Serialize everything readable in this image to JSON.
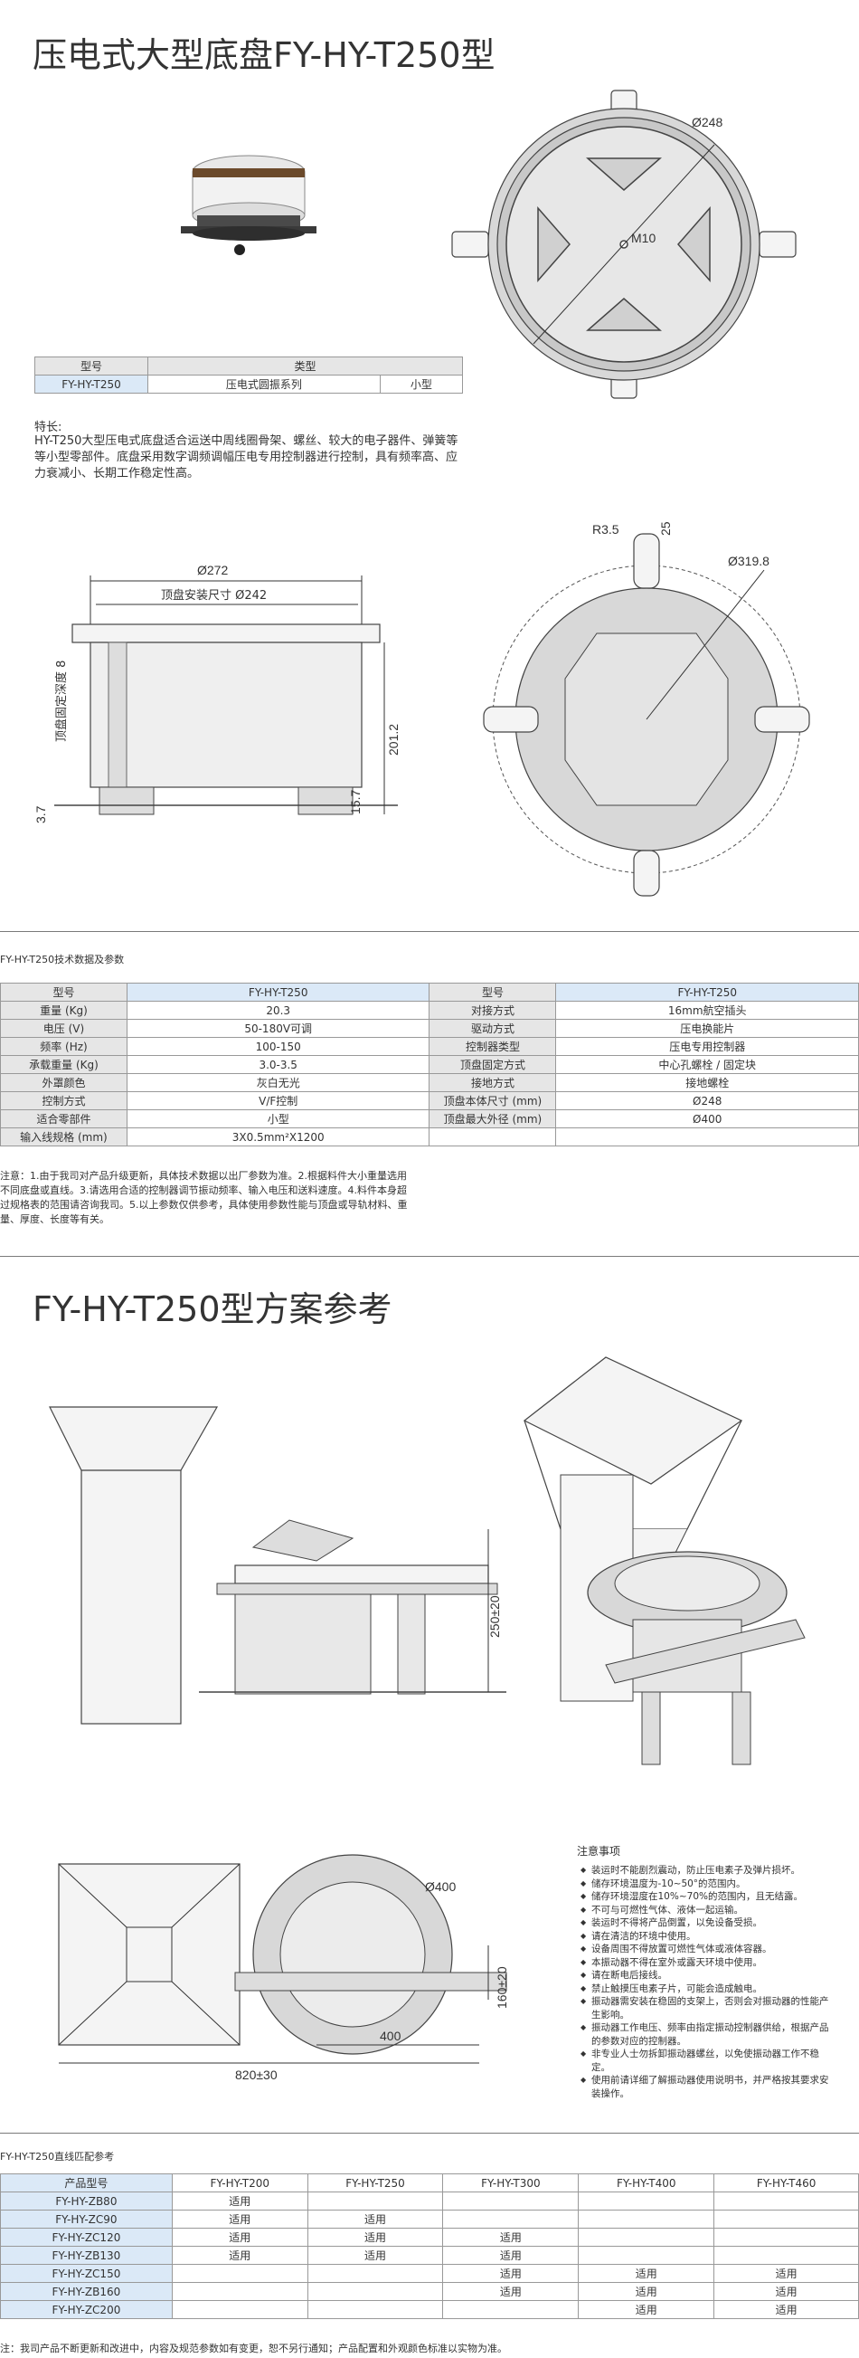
{
  "section1": {
    "title": "压电式大型底盘FY-HY-T250型",
    "type_table": {
      "header_model": "型号",
      "header_type": "类型",
      "model": "FY-HY-T250",
      "series": "压电式圆振系列",
      "size": "小型"
    },
    "features_heading": "特长:",
    "features_text": "HY-T250大型压电式底盘适合运送中周线圈骨架、螺丝、较大的电子器件、弹簧等等小型零部件。底盘采用数字调频调幅压电专用控制器进行控制，具有频率高、应力衰减小、长期工作稳定性高。",
    "dims_top": {
      "d248": "Ø248",
      "m10": "M10"
    },
    "dims_side": {
      "d272": "Ø272",
      "mount": "顶盘安装尺寸 Ø242",
      "depth": "顶盘固定深度 8",
      "h201": "201.2",
      "h15": "15.7",
      "h37": "3.7"
    },
    "dims_bottom": {
      "r35": "R3.5",
      "d25": "25",
      "d3198": "Ø319.8"
    }
  },
  "spec": {
    "caption": "FY-HY-T250技术数据及参数",
    "header": [
      "型号",
      "FY-HY-T250",
      "型号",
      "FY-HY-T250"
    ],
    "rows": [
      [
        "重量 (Kg)",
        "20.3",
        "对接方式",
        "16mm航空插头"
      ],
      [
        "电压 (V)",
        "50-180V可调",
        "驱动方式",
        "压电换能片"
      ],
      [
        "频率 (Hz)",
        "100-150",
        "控制器类型",
        "压电专用控制器"
      ],
      [
        "承载重量 (Kg)",
        "3.0-3.5",
        "顶盘固定方式",
        "中心孔螺栓 / 固定块"
      ],
      [
        "外罩颜色",
        "灰白无光",
        "接地方式",
        "接地螺栓"
      ],
      [
        "控制方式",
        "V/F控制",
        "顶盘本体尺寸 (mm)",
        "Ø248"
      ],
      [
        "适合零部件",
        "小型",
        "顶盘最大外径 (mm)",
        "Ø400"
      ],
      [
        "输入线规格 (mm)",
        "3X0.5mm²X1200",
        "",
        ""
      ]
    ],
    "notes": "注意：1.由于我司对产品升级更新，具体技术数据以出厂参数为准。2.根据料件大小重量选用不同底盘或直线。3.请选用合适的控制器调节振动频率、输入电压和送料速度。4.料件本身超过规格表的范围请咨询我司。5.以上参数仅供参考，具体使用参数性能与顶盘或导轨材料、重量、厚度、长度等有关。"
  },
  "section2": {
    "title": "FY-HY-T250型方案参考",
    "dims": {
      "h250": "250±20",
      "d400": "Ø400",
      "h160": "160±20",
      "w820": "820±30",
      "w400": "400"
    },
    "notice_heading": "注意事项",
    "notice_items": [
      "装运时不能剧烈震动，防止压电素子及弹片损坏。",
      "储存环境温度为-10~50°的范围内。",
      "储存环境湿度在10%~70%的范围内，且无结露。",
      "不可与可燃性气体、液体一起运输。",
      "装运时不得将产品倒置，以免设备受损。",
      "请在清洁的环境中使用。",
      "设备周围不得放置可燃性气体或液体容器。",
      "本振动器不得在室外或露天环境中使用。",
      "请在断电后接线。",
      "禁止触摸压电素子片，可能会造成触电。",
      "振动器需安装在稳固的支架上，否则会对振动器的性能产生影响。",
      "振动器工作电压、频率由指定振动控制器供给，根据产品的参数对应的控制器。",
      "非专业人士勿拆卸振动器螺丝，以免使振动器工作不稳定。",
      "使用前请详细了解振动器使用说明书，并严格按其要求安装操作。"
    ]
  },
  "match": {
    "caption": "FY-HY-T250直线匹配参考",
    "header": [
      "产品型号",
      "FY-HY-T200",
      "FY-HY-T250",
      "FY-HY-T300",
      "FY-HY-T400",
      "FY-HY-T460"
    ],
    "rows": [
      [
        "FY-HY-ZB80",
        "适用",
        "",
        "",
        "",
        ""
      ],
      [
        "FY-HY-ZC90",
        "适用",
        "适用",
        "",
        "",
        ""
      ],
      [
        "FY-HY-ZC120",
        "适用",
        "适用",
        "适用",
        "",
        ""
      ],
      [
        "FY-HY-ZB130",
        "适用",
        "适用",
        "适用",
        "",
        ""
      ],
      [
        "FY-HY-ZC150",
        "",
        "",
        "适用",
        "适用",
        "适用"
      ],
      [
        "FY-HY-ZB160",
        "",
        "",
        "适用",
        "适用",
        "适用"
      ],
      [
        "FY-HY-ZC200",
        "",
        "",
        "",
        "适用",
        "适用"
      ]
    ],
    "note": "注：我司产品不断更新和改进中，内容及规范参数如有变更，恕不另行通知；产品配置和外观颜色标准以实物为准。"
  }
}
